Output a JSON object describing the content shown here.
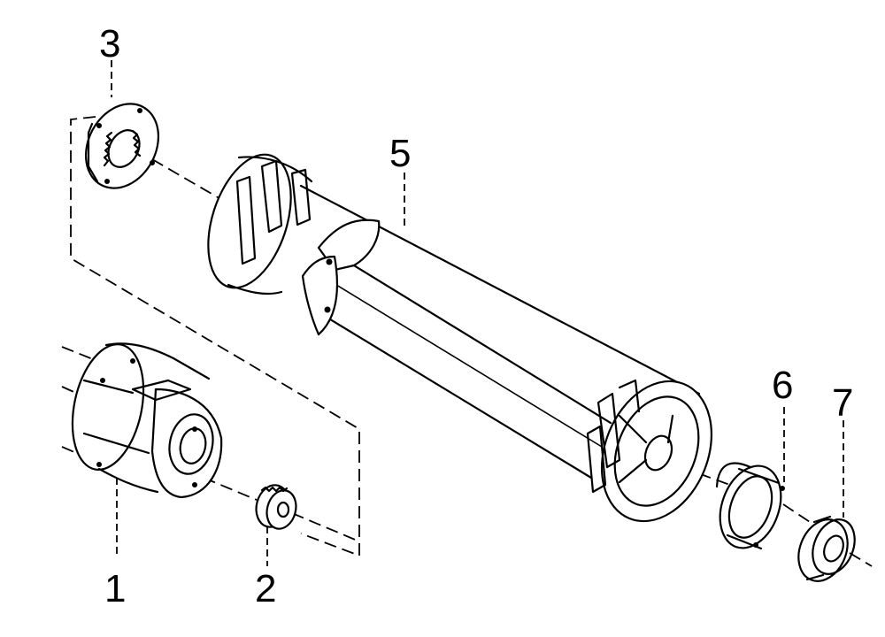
{
  "labels": {
    "part1": "1",
    "part2": "2",
    "part3": "3",
    "part5": "5",
    "part6": "6",
    "part7": "7"
  },
  "colors": {
    "ink": "#000000",
    "paper": "#ffffff"
  }
}
